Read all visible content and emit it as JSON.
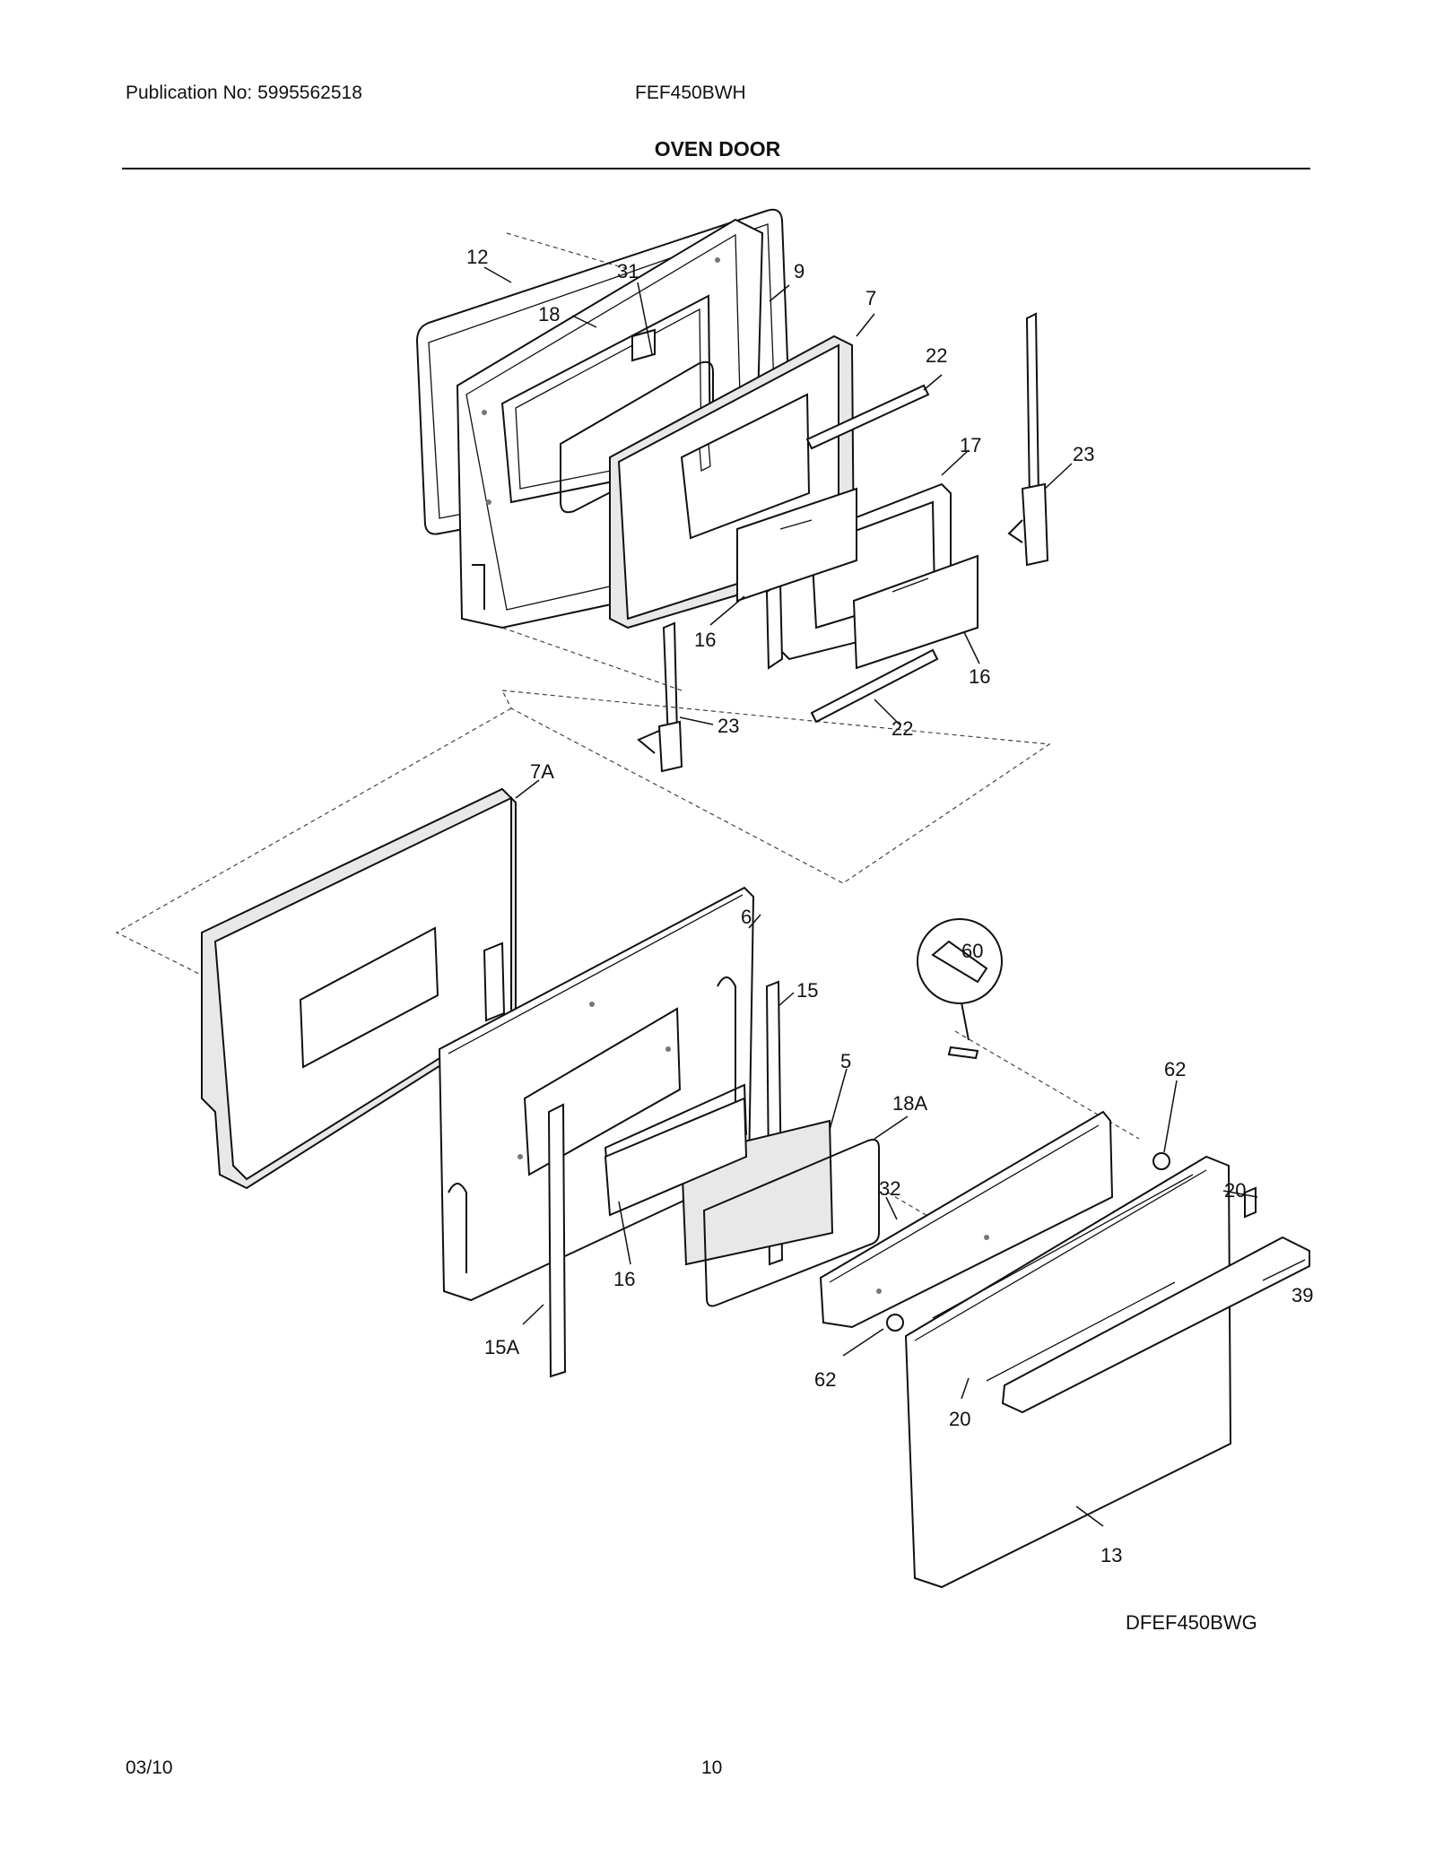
{
  "header": {
    "publication": "Publication No: 5995562518",
    "model": "FEF450BWH",
    "title": "OVEN DOOR"
  },
  "callouts": {
    "c12": "12",
    "c31": "31",
    "c9": "9",
    "c7": "7",
    "c22a": "22",
    "c18": "18",
    "c17": "17",
    "c23a": "23",
    "c16a": "16",
    "c16b": "16",
    "c23b": "23",
    "c22b": "22",
    "c7A": "7A",
    "c6": "6",
    "c60": "60",
    "c15": "15",
    "c5": "5",
    "c18A": "18A",
    "c62a": "62",
    "c20a": "20",
    "c32": "32",
    "c39": "39",
    "c16c": "16",
    "c15A": "15A",
    "c62b": "62",
    "c20b": "20",
    "c13": "13"
  },
  "footer": {
    "drawing_code": "DFEF450BWG",
    "date": "03/10",
    "page": "10"
  }
}
